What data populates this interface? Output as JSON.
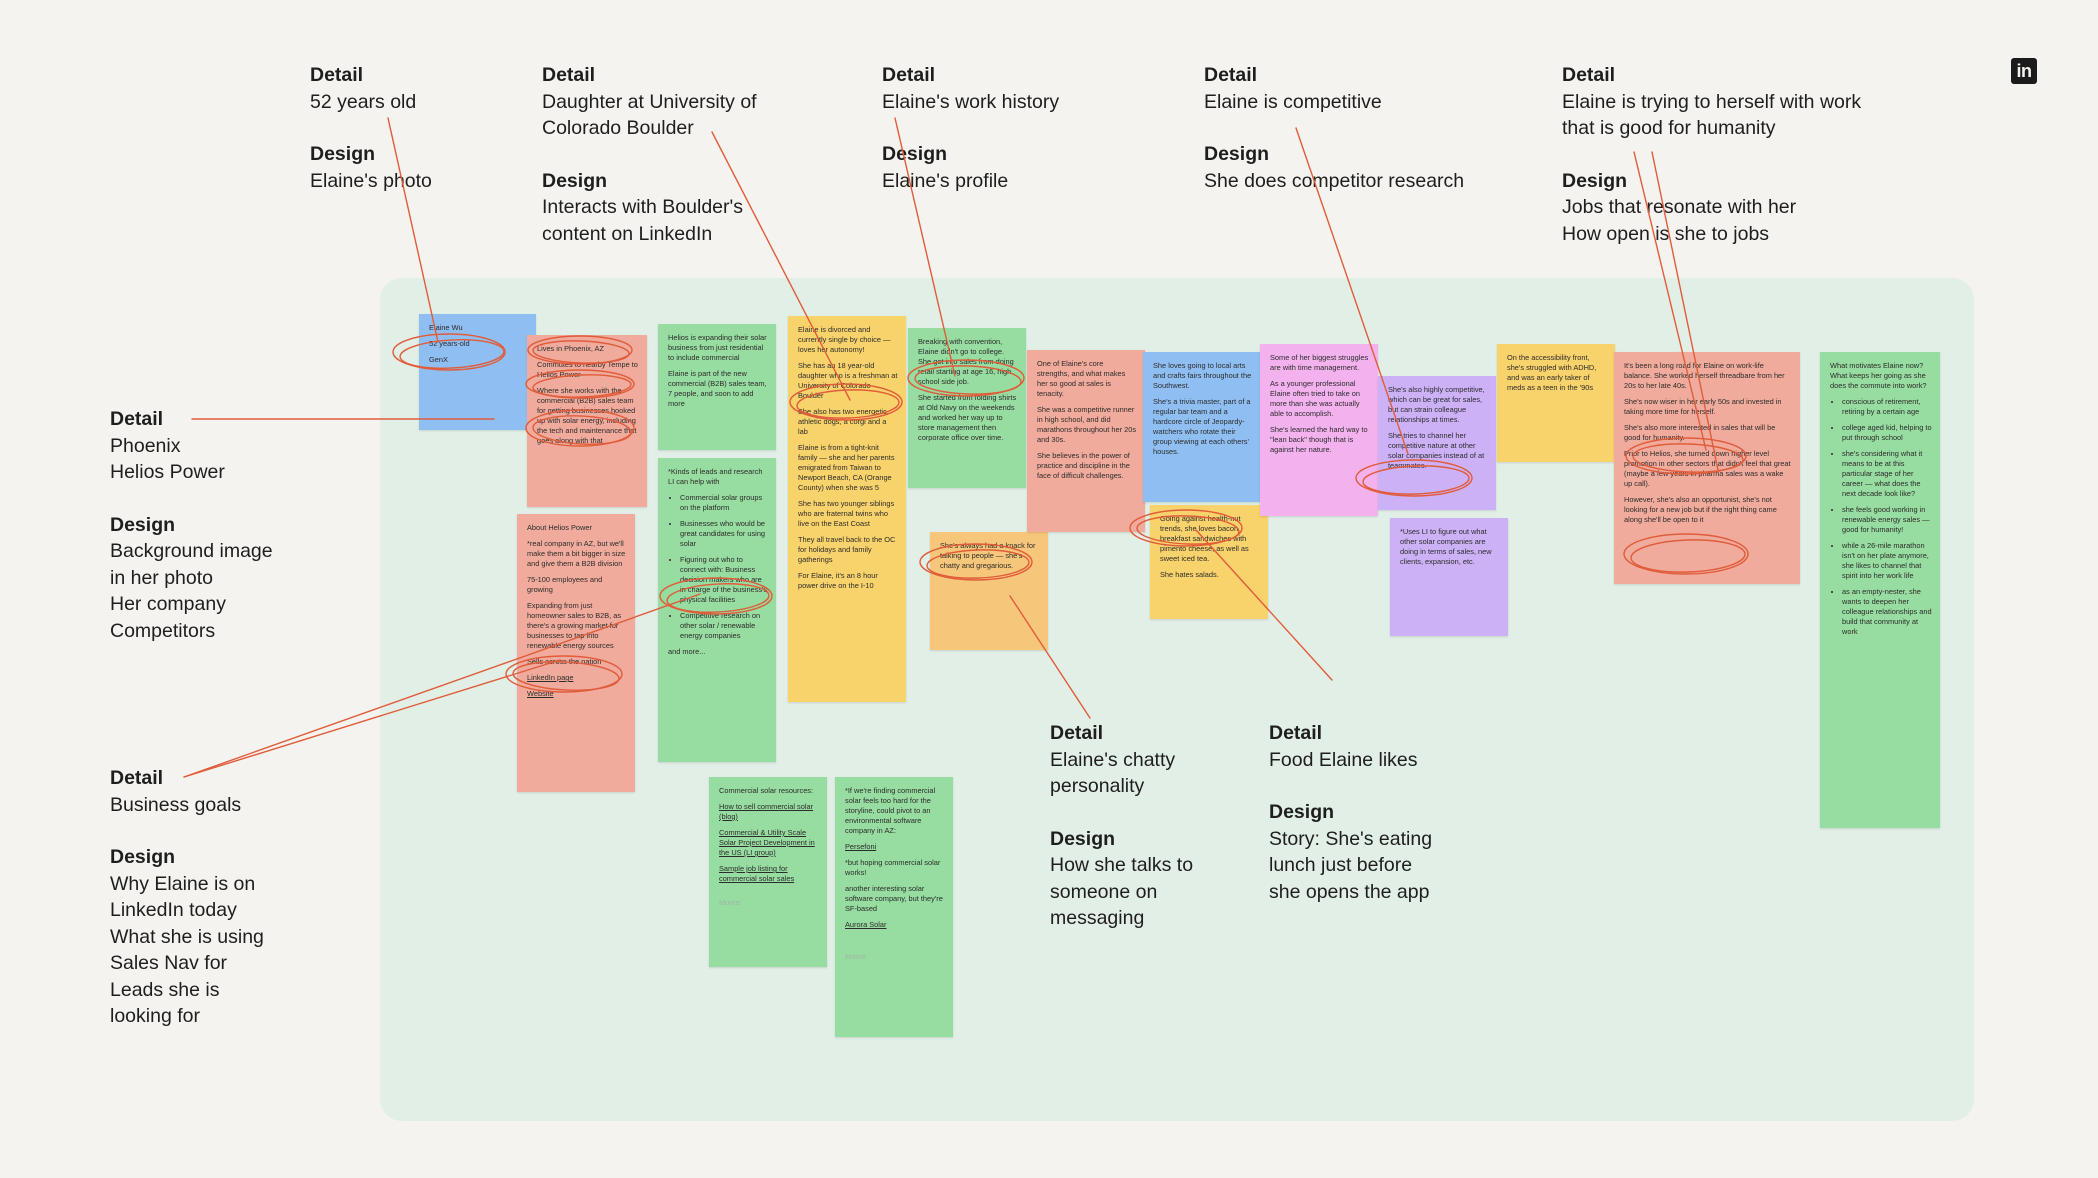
{
  "logo_text": "in",
  "colors": {
    "board": "#e2efe6",
    "line": "#e05c3a",
    "blue": "#8fbff2",
    "salmon": "#f0ab9c",
    "green": "#97dca0",
    "yellow": "#f8d36c",
    "orange": "#f6c77a",
    "pink": "#f3b2ee",
    "purple": "#cdb1f6"
  },
  "callouts": {
    "detail_label": "Detail",
    "design_label": "Design",
    "age": {
      "detail": "52 years old",
      "design": "Elaine's photo"
    },
    "daughter": {
      "detail": "Daughter at University of\nColorado Boulder",
      "design": "Interacts with Boulder's\ncontent on LinkedIn"
    },
    "work": {
      "detail": "Elaine's work history",
      "design": "Elaine's profile"
    },
    "competitive": {
      "detail": "Elaine is competitive",
      "design": "She does competitor research"
    },
    "humanity": {
      "detail": "Elaine is trying to herself with work\nthat is good for humanity",
      "design": "Jobs that resonate with her\nHow open is she to jobs"
    },
    "phoenix": {
      "detail": "Phoenix\nHelios Power",
      "design": "Background image\nin her photo\nHer company\nCompetitors"
    },
    "goals": {
      "detail": "Business goals",
      "design": "Why Elaine is on\nLinkedIn today\nWhat she is using\nSales Nav for\nLeads she is\nlooking for"
    },
    "chatty": {
      "detail": "Elaine's chatty\npersonality",
      "design": "How she talks to\nsomeone on\nmessaging"
    },
    "food": {
      "detail": "Food Elaine likes",
      "design": "Story: She's eating\nlunch just before\nshe opens the app"
    }
  },
  "notes": {
    "n1": [
      "Elaine Wu",
      "52 years-old",
      "GenX"
    ],
    "n2": [
      "Lives in Phoenix, AZ",
      "Commutes to nearby Tempe to Helios Power",
      "Where she works with the commercial (B2B) sales team for getting businesses hooked up with solar energy, including the tech and maintenance that goes along with that"
    ],
    "n3": [
      "Helios is expanding their solar business from just residential to include commercial",
      "Elaine is part of the new commercial (B2B) sales team, 7 people, and soon to add more"
    ],
    "n4": [
      "Elaine is divorced and currently single by choice — loves her autonomy!",
      "She has an 18 year-old daughter who is a freshman at University of Colorado Boulder",
      "She also has two energetic, athletic dogs, a corgi and a lab",
      "Elaine is from a tight-knit family — she and her parents emigrated from Taiwan to Newport Beach, CA (Orange County) when she was 5",
      "She has two younger siblings who are fraternal twins who live on the East Coast",
      "They all travel back to the OC for holidays and family gatherings",
      "For Elaine, it's an 8 hour power drive on the I-10"
    ],
    "n5": [
      "Breaking with convention, Elaine didn't go to college. She got into sales from doing retail starting at age 16, high school side job.",
      "She started from folding shirts at Old Navy on the weekends and worked her way up to store management then corporate office over time."
    ],
    "n6": [
      "One of Elaine's core strengths, and what makes her so good at sales is tenacity.",
      "She was a competitive runner in high school, and did marathons throughout her 20s and 30s.",
      "She believes in the power of practice and discipline in the face of difficult challenges."
    ],
    "n7": [
      "She loves going to local arts and crafts fairs throughout the Southwest.",
      "She's a trivia master, part of a regular bar team and a hardcore circle of Jeopardy-watchers who rotate their group viewing at each others' houses."
    ],
    "n8": [
      "Some of her biggest struggles are with time management.",
      "As a younger professional Elaine often tried to take on more than she was actually able to accomplish.",
      "She's learned the hard way to \"lean back\" though that is against her nature."
    ],
    "n9": [
      "She's also highly competitive, which can be great for sales, but can strain colleague relationships at times.",
      "She tries to channel her competitive nature at other solar companies instead of at teammates."
    ],
    "n10": [
      "On the accessibility front, she's struggled with ADHD, and was an early taker of meds as a teen in the '90s"
    ],
    "n11": [
      "It's been a long road for Elaine on work-life balance. She worked herself threadbare from her 20s to her late 40s.",
      "She's now wiser in her early 50s and invested in taking more time for herself.",
      "She's also more interested in sales that will be good for humanity.",
      "Prior to Helios, she turned down higher level promotion in other sectors that didn't feel that great (maybe a few years in pharma sales was a wake up call).",
      "However, she's also an opportunist, she's not looking for a new job but if the right thing came along she'll be open to it"
    ],
    "n12": {
      "intro": "What motivates Elaine now? What keeps her going as she does the commute into work?",
      "items": [
        "conscious of retirement, retiring by a certain age",
        "college aged kid, helping to put through school",
        "she's considering what it means to be at this particular stage of her career — what does the next decade look like?",
        "she feels good working in renewable energy sales — good for humanity!",
        "while a 26-mile marathon isn't on her plate anymore, she likes to channel that spirit into her work life",
        "as an empty-nester, she wants to deepen her colleague relationships and build that community at work"
      ]
    },
    "n13": {
      "p": [
        "About Helios Power",
        "*real company in AZ, but we'll make them a bit bigger in size and give them a B2B division",
        "75-100 employees and growing",
        "Expanding from just homeowner sales to B2B, as there's a growing market for businesses to tap into renewable energy sources",
        "Sells across the nation"
      ],
      "links": [
        "LinkedIn page",
        "Website"
      ]
    },
    "n14": {
      "intro": "*Kinds of leads and research LI can help with",
      "items": [
        "Commercial solar groups on the platform",
        "Businesses who would be great candidates for using solar",
        "Figuring out who to connect with: Business decision makers who are in charge of the business's physical facilities",
        "Competitive research on other solar / renewable energy companies"
      ],
      "more": "and more..."
    },
    "n15": [
      "She's always had a knack for talking to people — she's chatty and gregarious."
    ],
    "n16": [
      "Going against health-nut trends, she loves bacon breakfast sandwiches with pimento cheese, as well as sweet iced tea.",
      "She hates salads."
    ],
    "n17": [
      "*Uses LI to figure out what other solar companies are doing in terms of sales, new clients, expansion, etc."
    ],
    "n18": {
      "title": "Commercial solar resources:",
      "links": [
        "How to sell commercial solar (blog)",
        "Commercial & Utility Scale Solar Project Development in the US (LI group)",
        "Sample job listing for commercial solar sales"
      ],
      "faint": "Moore"
    },
    "n19": {
      "p1": "*If we're finding commercial solar feels too hard for the storyline, could pivot to an environmental software company in AZ:",
      "link1": "Persefoni",
      "p2": "*but hoping commercial solar works!",
      "p3": "another interesting solar software company, but they're SF-based",
      "link2": "Aurora Solar",
      "faint": "Moore"
    }
  }
}
